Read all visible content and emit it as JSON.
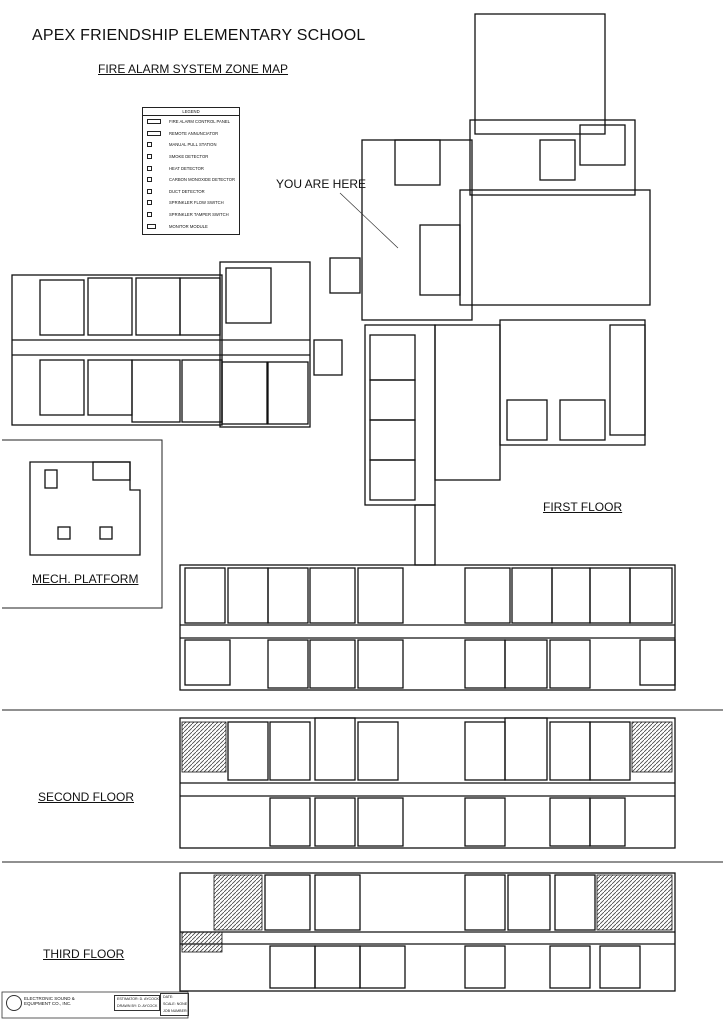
{
  "header": {
    "title": "APEX FRIENDSHIP ELEMENTARY SCHOOL",
    "subtitle": "FIRE ALARM SYSTEM ZONE MAP",
    "you_are_here": "YOU ARE HERE"
  },
  "legend": {
    "heading": "LEGEND",
    "items": [
      {
        "label": "FIRE ALARM CONTROL PANEL",
        "icon": "control-panel-icon"
      },
      {
        "label": "REMOTE ANNUNCIATOR",
        "icon": "annunciator-icon"
      },
      {
        "label": "MANUAL PULL STATION",
        "icon": "pull-station-icon"
      },
      {
        "label": "SMOKE DETECTOR",
        "icon": "smoke-detector-icon"
      },
      {
        "label": "HEAT DETECTOR",
        "icon": "heat-detector-icon"
      },
      {
        "label": "CARBON MONOXIDE DETECTOR",
        "icon": "co-detector-icon"
      },
      {
        "label": "DUCT DETECTOR",
        "icon": "duct-detector-icon"
      },
      {
        "label": "SPRINKLER FLOW SWITCH",
        "icon": "flow-switch-icon"
      },
      {
        "label": "SPRINKLER TAMPER SWITCH",
        "icon": "tamper-switch-icon"
      },
      {
        "label": "MONITOR MODULE",
        "icon": "monitor-module-icon"
      }
    ]
  },
  "floors": {
    "mech_platform": "MECH. PLATFORM",
    "first": "FIRST FLOOR",
    "second": "SECOND FLOOR",
    "third": "THIRD FLOOR"
  },
  "footer": {
    "company_line1": "ELECTRONIC SOUND &",
    "company_line2": "EQUIPMENT CO., INC.",
    "estimator": "ESTIMATOR: D. AYCOCK",
    "drawn_by": "DRAWN BY: D. AYCOCK",
    "date_label": "DATE:",
    "scale": "SCALE: NONE",
    "job_number": "JOB NUMBER:"
  },
  "colors": {
    "ink": "#111111",
    "hatch": "#555555"
  }
}
